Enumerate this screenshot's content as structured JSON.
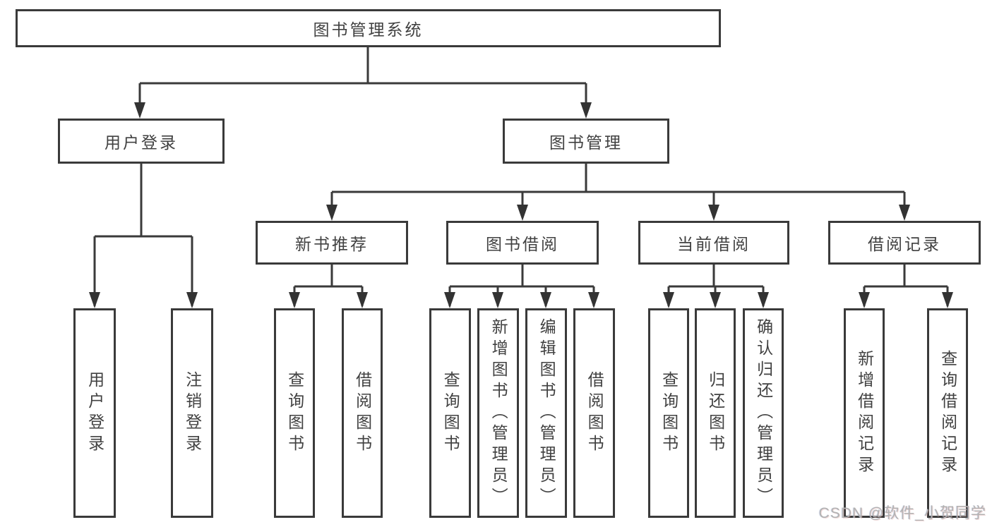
{
  "diagram": {
    "title_node": {
      "label": "图书管理系统"
    },
    "branches": [
      {
        "label": "用户登录",
        "children": [
          {
            "label": "用户登录"
          },
          {
            "label": "注销登录"
          }
        ]
      },
      {
        "label": "图书管理",
        "children": [
          {
            "label": "新书推荐",
            "children": [
              {
                "label": "查询图书"
              },
              {
                "label": "借阅图书"
              }
            ]
          },
          {
            "label": "图书借阅",
            "children": [
              {
                "label": "查询图书"
              },
              {
                "label": "新增图书（管理员）"
              },
              {
                "label": "编辑图书（管理员）"
              },
              {
                "label": "借阅图书"
              }
            ]
          },
          {
            "label": "当前借阅",
            "children": [
              {
                "label": "查询图书"
              },
              {
                "label": "归还图书"
              },
              {
                "label": "确认归还（管理员）"
              }
            ]
          },
          {
            "label": "借阅记录",
            "children": [
              {
                "label": "新增借阅记录"
              },
              {
                "label": "查询借阅记录"
              }
            ]
          }
        ]
      }
    ]
  },
  "watermark": {
    "text": "CSDN @软件_小贺同学"
  },
  "colors": {
    "line": "#3a3a3a",
    "box_border": "#3a3a3a",
    "text": "#414141",
    "background": "#ffffff",
    "watermark": "#b2b2b2"
  }
}
